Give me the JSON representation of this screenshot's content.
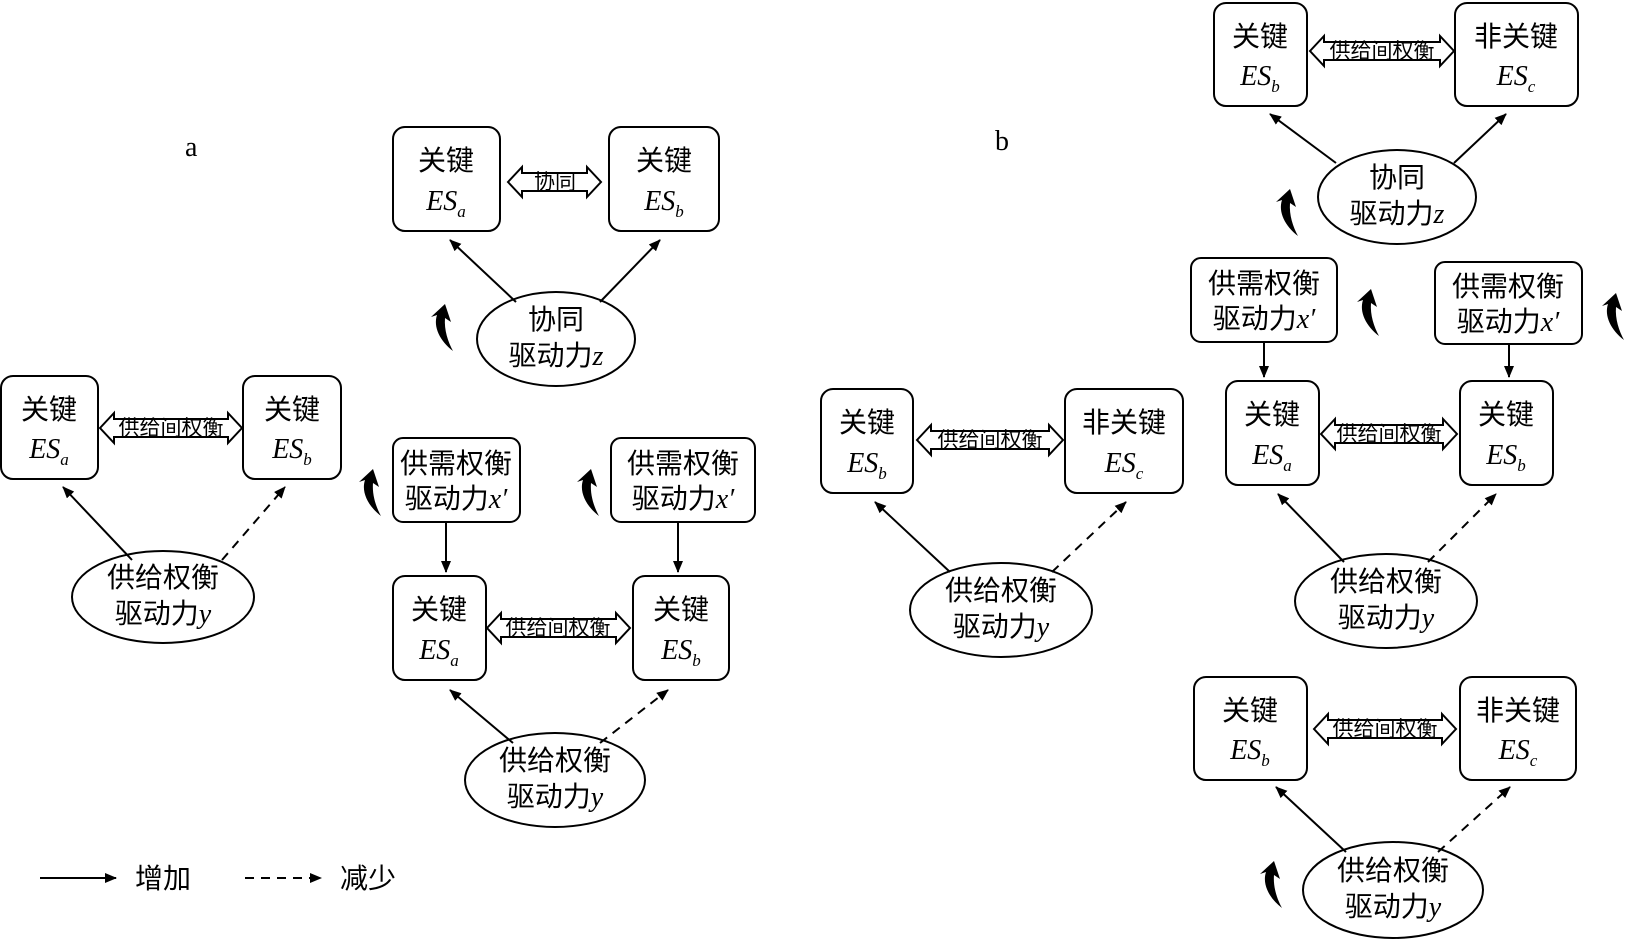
{
  "panels": [
    {
      "label": "a",
      "groups": [
        {
          "id": "a-sync",
          "left_box": {
            "line1": "关键",
            "es": "ES",
            "sub": "a"
          },
          "right_box": {
            "line1": "关键",
            "es": "ES",
            "sub": "b"
          },
          "relation": "协同",
          "driver": {
            "line1": "协同",
            "line2": "驱动力",
            "var": "z"
          },
          "left_arrow": "increase",
          "right_arrow": "increase",
          "driver_trend": "increase"
        },
        {
          "id": "a-supply",
          "left_box": {
            "line1": "关键",
            "es": "ES",
            "sub": "a"
          },
          "right_box": {
            "line1": "关键",
            "es": "ES",
            "sub": "b"
          },
          "relation": "供给间权衡",
          "driver": {
            "line1": "供给权衡",
            "line2": "驱动力",
            "var": "y"
          },
          "left_arrow": "increase",
          "right_arrow": "decrease"
        },
        {
          "id": "a-demand",
          "left_box": {
            "line1": "关键",
            "es": "ES",
            "sub": "a"
          },
          "right_box": {
            "line1": "关键",
            "es": "ES",
            "sub": "b"
          },
          "relation": "供给间权衡",
          "driver": {
            "line1": "供给权衡",
            "line2": "驱动力",
            "var": "y"
          },
          "left_arrow": "increase",
          "right_arrow": "decrease",
          "top_drivers": [
            {
              "line1": "供需权衡",
              "line2": "驱动力",
              "var": "x′",
              "trend": "increase"
            },
            {
              "line1": "供需权衡",
              "line2": "驱动力",
              "var": "x′",
              "trend": "increase"
            }
          ]
        }
      ]
    },
    {
      "label": "b",
      "groups": [
        {
          "id": "b-sync",
          "left_box": {
            "line1": "关键",
            "es": "ES",
            "sub": "b"
          },
          "right_box": {
            "line1": "非关键",
            "es": "ES",
            "sub": "c"
          },
          "relation": "供给间权衡",
          "driver": {
            "line1": "协同",
            "line2": "驱动力",
            "var": "z"
          },
          "left_arrow": "increase",
          "right_arrow": "increase",
          "driver_trend": "increase"
        },
        {
          "id": "b-supply",
          "left_box": {
            "line1": "关键",
            "es": "ES",
            "sub": "b"
          },
          "right_box": {
            "line1": "非关键",
            "es": "ES",
            "sub": "c"
          },
          "relation": "供给间权衡",
          "driver": {
            "line1": "供给权衡",
            "line2": "驱动力",
            "var": "y"
          },
          "left_arrow": "increase",
          "right_arrow": "decrease"
        },
        {
          "id": "b-demand",
          "left_box": {
            "line1": "关键",
            "es": "ES",
            "sub": "a"
          },
          "right_box": {
            "line1": "关键",
            "es": "ES",
            "sub": "b"
          },
          "relation": "供给间权衡",
          "driver": {
            "line1": "供给权衡",
            "line2": "驱动力",
            "var": "y"
          },
          "left_arrow": "increase",
          "right_arrow": "decrease",
          "top_drivers": [
            {
              "line1": "供需权衡",
              "line2": "驱动力",
              "var": "x′",
              "trend": "increase"
            },
            {
              "line1": "供需权衡",
              "line2": "驱动力",
              "var": "x′",
              "trend": "increase"
            }
          ]
        },
        {
          "id": "b-supply-increase",
          "left_box": {
            "line1": "关键",
            "es": "ES",
            "sub": "b"
          },
          "right_box": {
            "line1": "非关键",
            "es": "ES",
            "sub": "c"
          },
          "relation": "供给间权衡",
          "driver": {
            "line1": "供给权衡",
            "line2": "驱动力",
            "var": "y"
          },
          "left_arrow": "increase",
          "right_arrow": "decrease",
          "driver_trend": "increase"
        }
      ]
    }
  ],
  "legend": [
    {
      "style": "solid",
      "label": "增加"
    },
    {
      "style": "dashed",
      "label": "减少"
    }
  ]
}
